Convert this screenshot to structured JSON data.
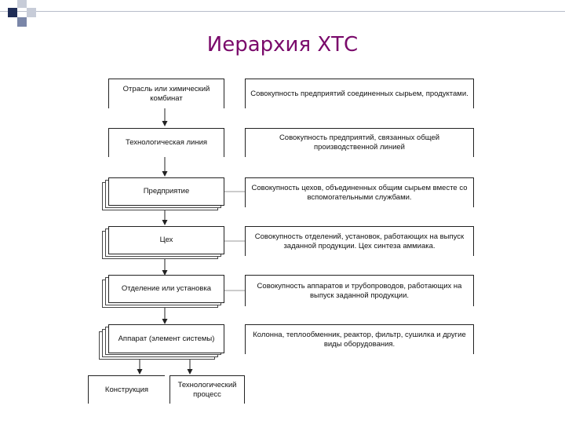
{
  "title": "Иерархия ХТС",
  "colors": {
    "title": "#7a0a6b",
    "deco_dark": "#1f2d57",
    "deco_mid": "#7a86a8",
    "deco_light": "#c7ccd8",
    "line": "#222222"
  },
  "levels": [
    {
      "left": "Отрасль или химический комбинат",
      "right": "Совокупность предприятий соединенных сырьем, продуктами."
    },
    {
      "left": "Технологическая линия",
      "right": "Совокупность предприятий, связанных общей производственной линией"
    },
    {
      "left": "Предприятие",
      "right": "Совокупность цехов, объединенных общим сырьем вместе со вспомогательными службами."
    },
    {
      "left": "Цех",
      "right": "Совокупность отделений, установок, работающих на выпуск заданной продукции. Цех синтеза аммиака."
    },
    {
      "left": "Отделение или установка",
      "right": "Совокупность аппаратов и трубопроводов, работающих на выпуск заданной продукции."
    },
    {
      "left": "Аппарат (элемент системы)",
      "right": "Колонна, теплообменник, реактор, фильтр, сушилка и другие виды оборудования."
    }
  ],
  "bottom": [
    {
      "label": "Конструкция"
    },
    {
      "label": "Технологический процесс"
    }
  ]
}
